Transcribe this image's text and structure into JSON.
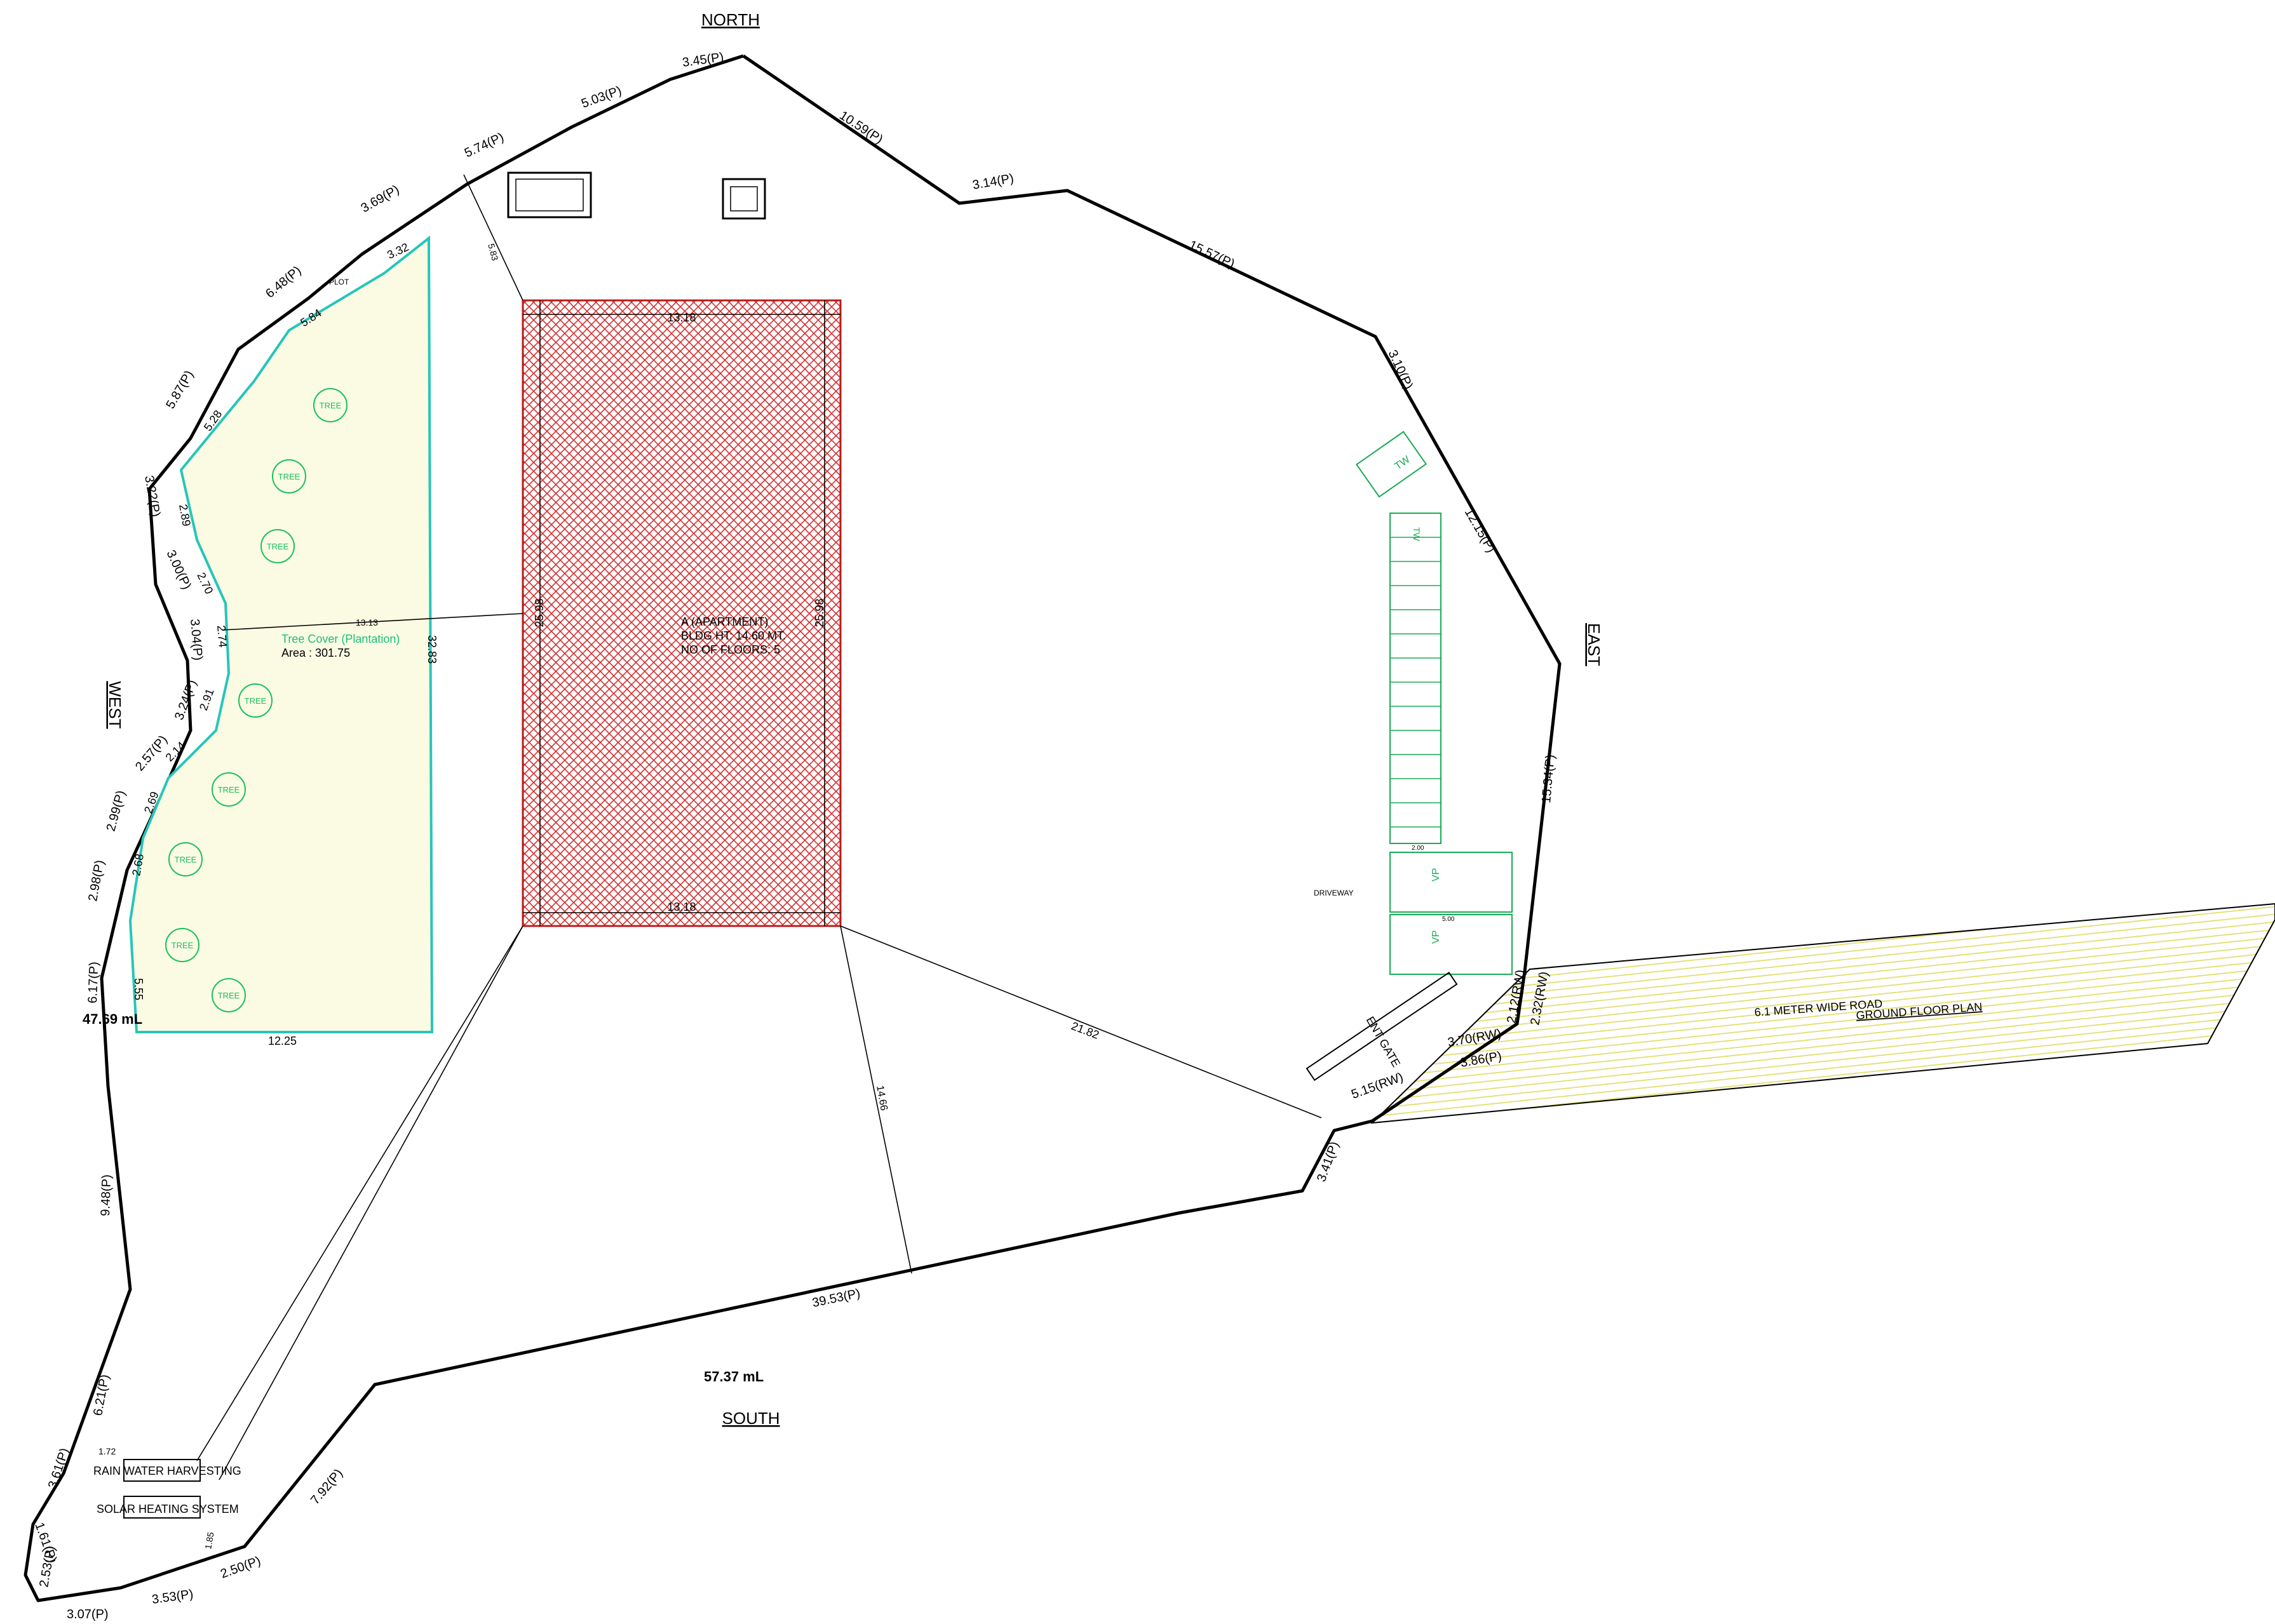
{
  "directions": {
    "north": "NORTH",
    "south": "SOUTH",
    "east": "EAST",
    "west": "WEST"
  },
  "building": {
    "line1": "A (APARTMENT)",
    "line2": "BLDG HT: 14.60 MT.",
    "line3": "NO OF FLOORS: 5",
    "dim_top": "13.18",
    "dim_bottom": "13.18",
    "dim_left": "25.98",
    "dim_right": "25.98"
  },
  "tree_cover": {
    "title": "Tree Cover (Plantation)",
    "area": "Area  :  301.75",
    "tree_label": "TREE",
    "plot_label": "PLOT",
    "dims": [
      "3.32",
      "5.84",
      "5.28",
      "2.89",
      "2.70",
      "2.74",
      "2.91",
      "2.14",
      "2.69",
      "2.68",
      "5.55",
      "12.25",
      "32.83",
      "13.13"
    ]
  },
  "boundary_dims": [
    "3.45(P)",
    "10.59(P)",
    "3.14(P)",
    "15.57(P)",
    "3.10(P)",
    "12.15(P)",
    "15.34(P)",
    "5.03(P)",
    "5.74(P)",
    "3.69(P)",
    "6.48(P)",
    "5.87(P)",
    "3.22(P)",
    "3.00(P)",
    "3.04(P)",
    "3.24(P)",
    "2.57(P)",
    "2.99(P)",
    "2.98(P)",
    "6.17(P)",
    "9.48(P)",
    "6.21(P)",
    "3.61(P)",
    "1.61(P)",
    "2.53(P)",
    "3.07(P)",
    "3.53(P)",
    "2.50(P)",
    "7.92(P)",
    "39.53(P)",
    "3.41(P)"
  ],
  "rw_dims": [
    "5.15(RW)",
    "3.70(RW)",
    "3.86(P)",
    "2.12(RW)",
    "2.32(RW)"
  ],
  "inner_dims": [
    "5.83",
    "21.82",
    "14.66",
    "1.72",
    "1.85"
  ],
  "overall": {
    "west_total": "47.69 mL",
    "south_total": "57.37 mL"
  },
  "road": {
    "label": "6.1  METER  WIDE  ROAD",
    "sub": "GROUND FLOOR  PLAN"
  },
  "labels": {
    "driveway": "DRIVEWAY",
    "entgate": "ENT GATE",
    "rwh": "RAIN  WATER  HARVESTING",
    "solar": "SOLAR  HEATING  SYSTEM"
  },
  "parking": {
    "tw": "TW",
    "vp": "VP",
    "slot_dim": "2.00",
    "vp_dim": "5.00"
  }
}
